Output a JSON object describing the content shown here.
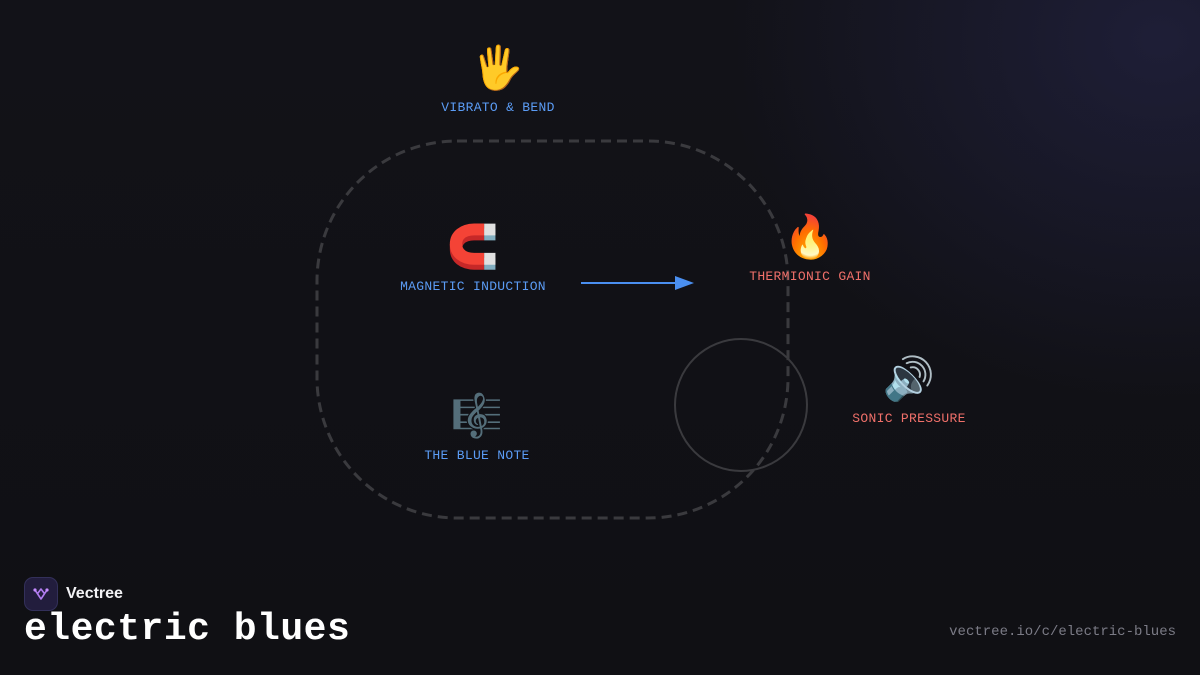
{
  "nodes": {
    "vibrato": {
      "emoji": "🖐️",
      "label": "VIBRATO & BEND"
    },
    "magnetic": {
      "emoji": "🧲",
      "label": "MAGNETIC INDUCTION"
    },
    "thermionic": {
      "emoji": "🔥",
      "label": "THERMIONIC GAIN"
    },
    "sonic": {
      "emoji": "🔊",
      "label": "SONIC PRESSURE"
    },
    "bluenote": {
      "emoji": "🎼",
      "label": "THE BLUE NOTE"
    }
  },
  "brand": {
    "name": "Vectree"
  },
  "title": "electric blues",
  "url": "vectree.io/c/electric-blues",
  "colors": {
    "label_blue": "#5b9cf5",
    "label_red": "#f0706a",
    "arrow": "#4a8ff0",
    "dashed_outline": "#3a3a3e",
    "circle_outline": "#3a3a3e"
  }
}
